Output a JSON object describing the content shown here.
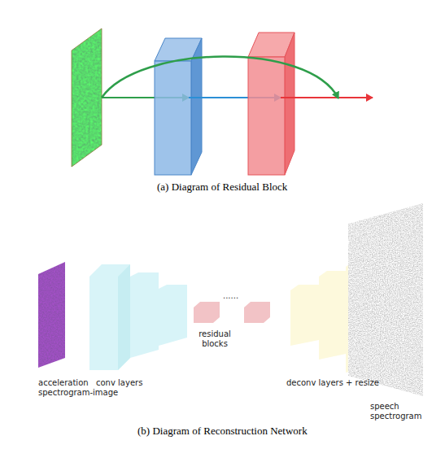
{
  "diagram": {
    "labels": [
      "(a) Diagram of Residual Block",
      "......",
      "acceleration spectrogram-image",
      "conv layers",
      "residual blocks",
      "deconv layers + resize",
      "speech spectrogram",
      "(b) Diagram of Reconstruction Network"
    ]
  }
}
